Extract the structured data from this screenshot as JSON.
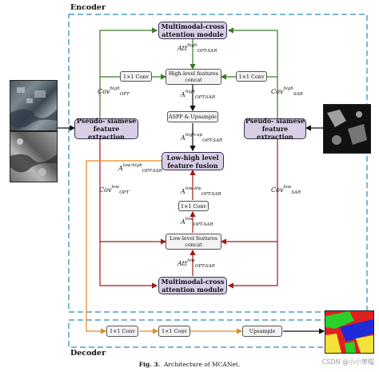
{
  "sections": {
    "encoder": "Encoder",
    "decoder": "Decoder"
  },
  "boxes": {
    "mca_top": "Multimodal-cross attention module",
    "mca_bottom": "Multimodal-cross attention module",
    "psf_left": "Pseudo- siamese feature extraction",
    "psf_right": "Pseudo- siamese feature extraction",
    "fusion": "Low-high level feature fusion",
    "high_concat": "High-level features concat",
    "low_concat": "Low-level features concat",
    "aspp": "ASPP & Upsample",
    "conv_left_top": "1×1 Conv",
    "conv_right_top": "1×1 Conv",
    "conv_mid": "1×1 Conv",
    "dec_conv1": "1×1 Conv",
    "dec_conv2": "1×1 Conv",
    "dec_upsample": "Upsample"
  },
  "math": {
    "att_high": {
      "base": "Att",
      "sup": "high",
      "sub": "OPT-SAR"
    },
    "a_high": {
      "base": "A",
      "sup": "high",
      "sub": "OPT-SAR"
    },
    "a_high_after_aspp": {
      "base": "A",
      "sup": "high-up",
      "sub": "OPT-SAR"
    },
    "cov_opt_high": {
      "base": "Cov",
      "sup": "high",
      "sub": "OPT"
    },
    "cov_sar_high": {
      "base": "Cov",
      "sup": "high",
      "sub": "SAR"
    },
    "cov_opt_low": {
      "base": "Cov",
      "sup": "low",
      "sub": "OPT"
    },
    "cov_sar_low": {
      "base": "Cov",
      "sup": "low",
      "sub": "SAR"
    },
    "a_low_high": {
      "base": "A",
      "sup": "low-high",
      "sub": "OPT-SAR"
    },
    "a_low_dw": {
      "base": "A",
      "sup": "low-dw",
      "sub": "OPT-SAR"
    },
    "a_low": {
      "base": "A",
      "sup": "low",
      "sub": "OPT-SAR"
    },
    "att_low": {
      "base": "Att",
      "sup": "low",
      "sub": "OPT-SAR"
    }
  },
  "caption": {
    "fig": "Fig. 3.",
    "text": "Architecture of MCANet."
  },
  "watermark": "CSDN @小小草帽",
  "colors": {
    "green": "#3c7a28",
    "red": "#a01b1b",
    "orange": "#e08a1a",
    "blue_dash": "#2a8ab8",
    "box_purple": "#d8cfe6",
    "black": "#111111"
  }
}
